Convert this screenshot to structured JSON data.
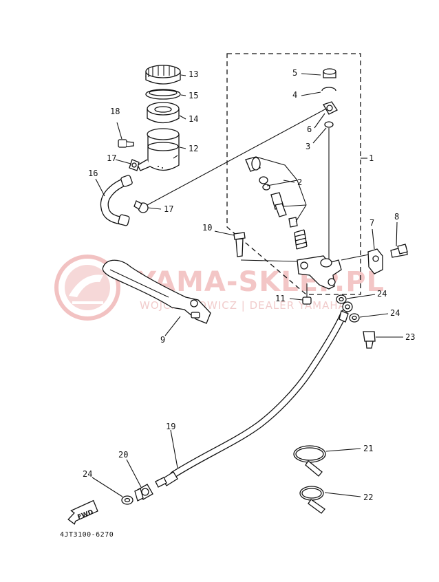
{
  "watermark": {
    "brand": "YAMA-SKLEP.PL",
    "dealer": "WOJCIECHOWICZ | DEALER YAMAHA"
  },
  "fwd_label": "FWD",
  "diagram_code": "4JT3100-6270",
  "callouts": {
    "c1": "1",
    "c2": "2",
    "c3": "3",
    "c4": "4",
    "c5": "5",
    "c6": "6",
    "c7": "7",
    "c8": "8",
    "c9": "9",
    "c10": "10",
    "c11": "11",
    "c12": "12",
    "c13": "13",
    "c14": "14",
    "c15": "15",
    "c16": "16",
    "c17a": "17",
    "c17b": "17",
    "c18": "18",
    "c19": "19",
    "c20": "20",
    "c21": "21",
    "c22": "22",
    "c23": "23",
    "c24a": "24",
    "c24b": "24",
    "c24c": "24"
  }
}
